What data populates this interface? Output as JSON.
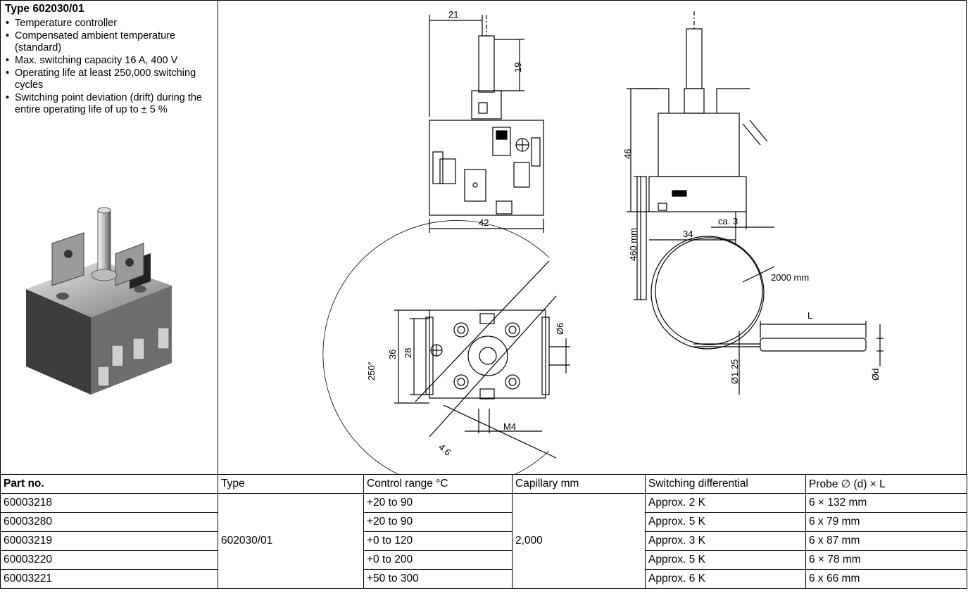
{
  "product": {
    "title": "Type 602030/01",
    "features": [
      "Temperature controller",
      "Compensated ambient temperature (standard)",
      "Max. switching capacity 16 A, 400 V",
      "Operating life at least 250,000 switching cycles",
      "Switching point deviation (drift) during the entire operating life of up to ± 5 %"
    ]
  },
  "drawing": {
    "front": {
      "width_top": "21",
      "shaft_len": "19",
      "width_body": "42"
    },
    "side": {
      "height": "46",
      "ca": "ca. 3",
      "depth": "34",
      "capillary_drop": "460 mm",
      "capillary_len": "2000 mm"
    },
    "bottom": {
      "angle": "250°",
      "outer": "36",
      "inner": "28",
      "hole": "Ø6",
      "hole_dia": "4.6",
      "thread": "M4"
    },
    "probe": {
      "length": "L",
      "capillary_dia": "Ø1.25",
      "probe_dia": "Ød"
    }
  },
  "table": {
    "headers": [
      "Part no.",
      "Type",
      "Control range °C",
      "Capillary mm",
      "Switching differential",
      "Probe ∅ (d) × L"
    ],
    "type": "602030/01",
    "capillary": "2,000",
    "rows": [
      {
        "part": "60003218",
        "range": "+20 to 90",
        "diff": "Approx. 2 K",
        "probe": "6 × 132 mm"
      },
      {
        "part": "60003280",
        "range": "+20 to 90",
        "diff": "Approx. 5 K",
        "probe": "6 x 79 mm"
      },
      {
        "part": "60003219",
        "range": "+0 to 120",
        "diff": "Approx. 3 K",
        "probe": "6 x 87 mm"
      },
      {
        "part": "60003220",
        "range": "+0 to 200",
        "diff": "Approx. 5 K",
        "probe": "6 × 78 mm"
      },
      {
        "part": "60003221",
        "range": "+50 to 300",
        "diff": "Approx. 6 K",
        "probe": "6 x 66 mm"
      }
    ]
  }
}
